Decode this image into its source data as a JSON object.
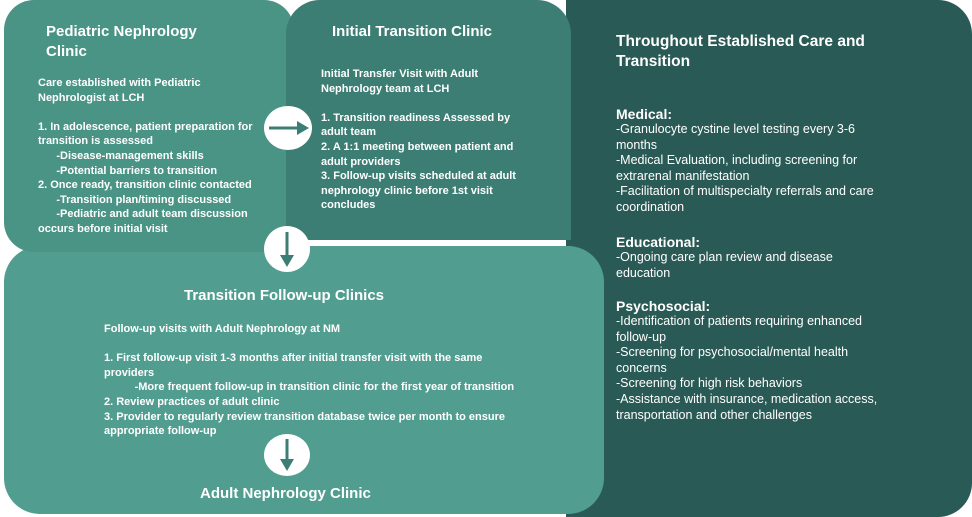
{
  "peds": {
    "title": "Pediatric Nephrology\nClinic",
    "body": "Care established with Pediatric\nNephrologist at LCH\n\n1. In adolescence, patient preparation for\ntransition is assessed\n      -Disease-management skills\n      -Potential barriers to transition\n2. Once ready, transition clinic contacted\n      -Transition plan/timing discussed\n      -Pediatric and adult team discussion\noccurs before initial visit"
  },
  "initial": {
    "title": "Initial Transition Clinic",
    "body": "Initial Transfer Visit with Adult\nNephrology team at LCH\n\n1. Transition readiness Assessed by\nadult team\n2. A 1:1 meeting between patient and\nadult providers\n3. Follow-up visits scheduled at adult\nnephrology clinic before 1st visit\nconcludes"
  },
  "followup": {
    "title": "Transition Follow-up Clinics",
    "body": "Follow-up visits with Adult Nephrology at NM\n\n1. First follow-up visit 1-3 months after initial transfer visit with the same\nproviders\n          -More frequent follow-up in transition clinic for the first year of transition\n2. Review practices of adult clinic\n3. Provider to regularly review transition database twice per month to ensure\nappropriate follow-up"
  },
  "adult": {
    "title": "Adult Nephrology Clinic"
  },
  "right": {
    "title": "Throughout Established Care and\nTransition",
    "medical_heading": "Medical:",
    "medical_body": "-Granulocyte cystine level testing every 3-6\nmonths\n-Medical Evaluation, including screening for\nextrarenal manifestation\n-Facilitation of multispecialty referrals and care\ncoordination",
    "educational_heading": "Educational:",
    "educational_body": "-Ongoing care plan review and disease\neducation",
    "psychosocial_heading": "Psychosocial:",
    "psychosocial_body": "-Identification of patients requiring enhanced\nfollow-up\n-Screening for psychosocial/mental health\nconcerns\n-Screening for high risk behaviors\n-Assistance with insurance, medication access,\ntransportation and other challenges"
  },
  "colors": {
    "peds": "#4a9486",
    "initial": "#3d7e74",
    "followup": "#519e91",
    "right": "#2a5a55",
    "arrow": "#3d7e74"
  },
  "icons": [
    "arrow-right-icon",
    "arrow-down-icon"
  ]
}
